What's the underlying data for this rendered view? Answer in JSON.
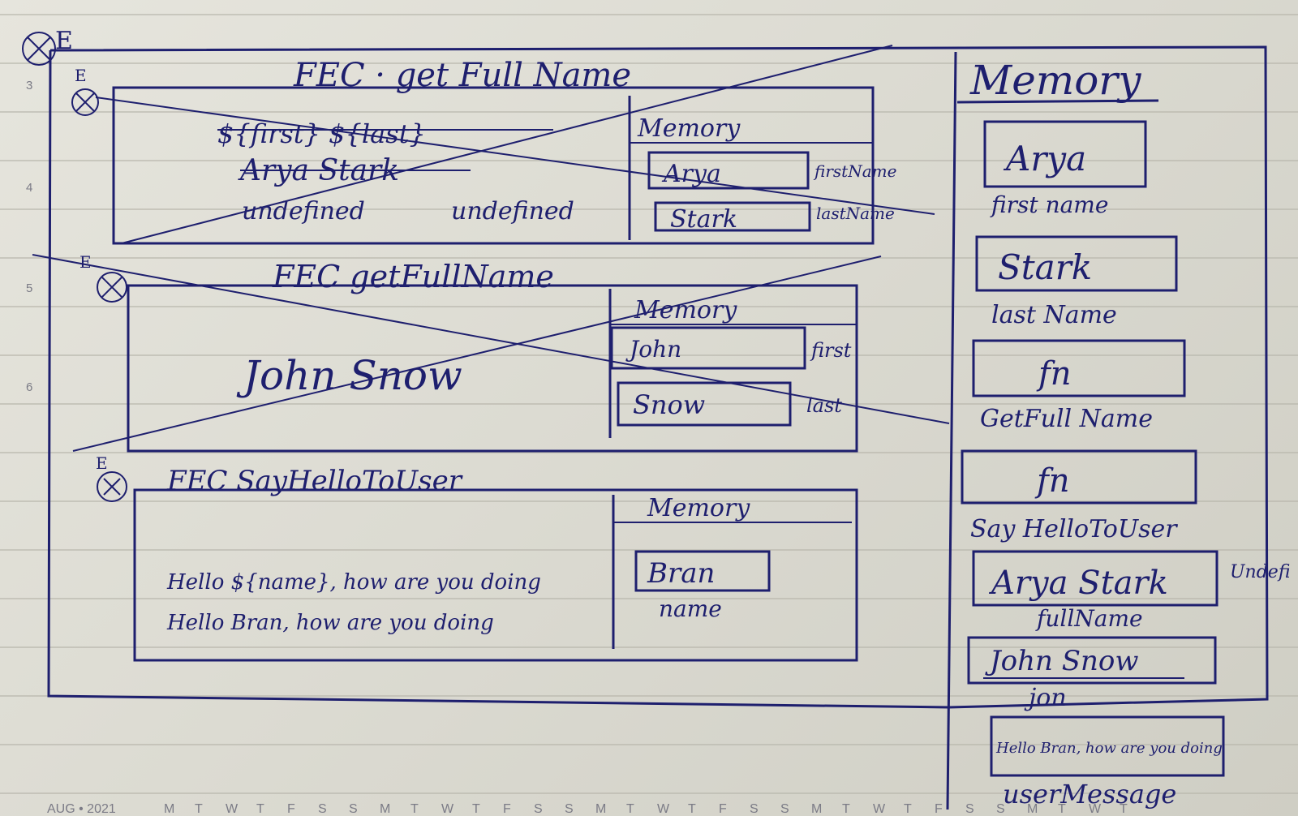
{
  "line_numbers": [
    "3",
    "4",
    "5",
    "6"
  ],
  "left_frame": {
    "label": "E"
  },
  "ec1": {
    "marker": "E",
    "title": "FEC · get Full Name",
    "template": "${first} ${last}",
    "result": "Arya Stark",
    "undefined_1": "undefined",
    "undefined_2": "undefined",
    "memory_label": "Memory",
    "vars": [
      {
        "value": "Arya",
        "name": "firstName"
      },
      {
        "value": "Stark",
        "name": "lastName"
      }
    ]
  },
  "ec2": {
    "marker": "E",
    "title": "FEC getFullName",
    "result": "John Snow",
    "memory_label": "Memory",
    "vars": [
      {
        "value": "John",
        "name": "first"
      },
      {
        "value": "Snow",
        "name": "last"
      }
    ]
  },
  "ec3": {
    "marker": "E",
    "title": "FEC SayHelloToUser",
    "line1": "Hello ${name}, how are you doing",
    "line2": "Hello Bran, how are you doing",
    "memory_label": "Memory",
    "vars": [
      {
        "value": "Bran",
        "name": "name"
      }
    ]
  },
  "global_memory": {
    "title": "Memory",
    "items": [
      {
        "value": "Arya",
        "name": "first name"
      },
      {
        "value": "Stark",
        "name": "last Name"
      },
      {
        "value": "fn",
        "name": "GetFull Name"
      },
      {
        "value": "fn",
        "name": "Say HelloToUser"
      },
      {
        "value": "Arya Stark",
        "name": "fullName",
        "side": "Undefi"
      },
      {
        "value": "John Snow",
        "name": "jon"
      },
      {
        "value": "Hello Bran, how are you doing",
        "name": "userMessage"
      }
    ]
  },
  "footer": {
    "month": "AUG • 2021",
    "days": [
      "M",
      "T",
      "W",
      "T",
      "F",
      "S",
      "S",
      "M",
      "T",
      "W",
      "T",
      "F",
      "S",
      "S",
      "M",
      "T",
      "W",
      "T",
      "F",
      "S",
      "S",
      "M",
      "T",
      "W",
      "T",
      "F",
      "S",
      "S",
      "M",
      "T",
      "W",
      "T"
    ]
  }
}
